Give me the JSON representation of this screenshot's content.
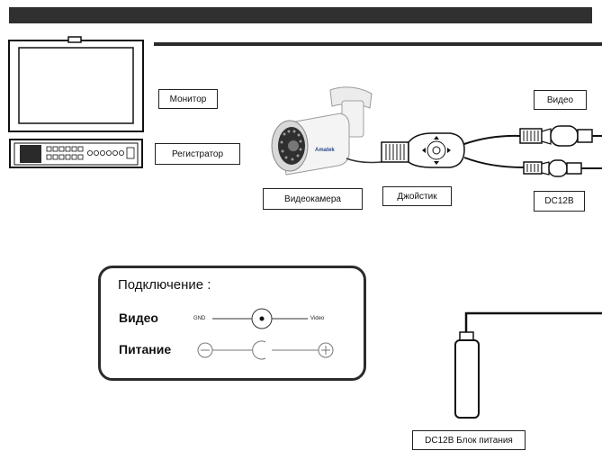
{
  "labels": {
    "monitor": "Монитор",
    "recorder": "Регистратор",
    "camera": "Видеокамера",
    "joystick": "Джойстик",
    "video": "Видео",
    "dc12v": "DC12В",
    "psu": "DC12В Блок питания"
  },
  "camera_brand": "Amatek",
  "connection_panel": {
    "title": "Подключение :",
    "video_label": "Видео",
    "power_label": "Питание",
    "gnd": "GND",
    "video_pin": "Video",
    "minus": "−",
    "plus": "+"
  },
  "colors": {
    "header_bar": "#303030",
    "line": "#2b2b2b"
  }
}
